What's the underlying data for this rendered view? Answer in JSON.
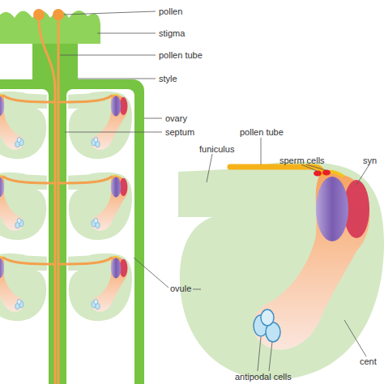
{
  "diagram": {
    "labels": [
      "pollen",
      "stigma",
      "pollen tube",
      "style",
      "ovary",
      "septum",
      "pollen tube",
      "funiculus",
      "sperm cells",
      "syn",
      "ovule",
      "cent",
      "antipodal cells"
    ]
  }
}
